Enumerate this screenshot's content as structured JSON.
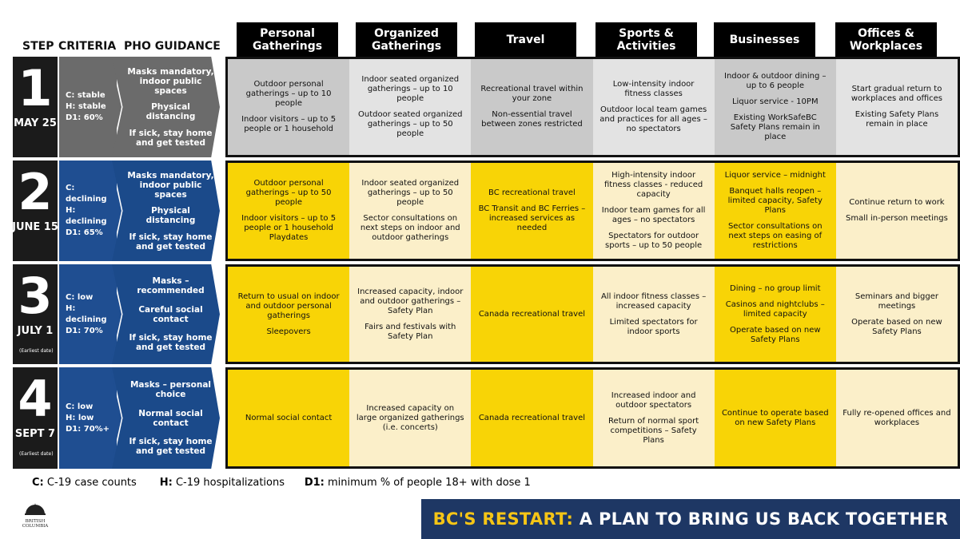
{
  "headers": {
    "step": "STEP",
    "criteria": "CRITERIA",
    "pho": "PHO GUIDANCE",
    "categories": [
      "Personal Gatherings",
      "Organized Gatherings",
      "Travel",
      "Sports & Activities",
      "Businesses",
      "Offices & Workplaces"
    ]
  },
  "steps": [
    {
      "number": "1",
      "date": "MAY 25",
      "note": "",
      "criteria": [
        "C: stable",
        "H: stable",
        "D1: 60%"
      ],
      "pho": [
        "Masks mandatory, indoor public spaces",
        "Physical distancing",
        "If sick, stay home and get tested"
      ],
      "cells": [
        [
          "Outdoor personal gatherings – up to 10 people",
          "Indoor visitors – up to 5 people or 1 household"
        ],
        [
          "Indoor seated organized gatherings – up to 10 people",
          "Outdoor seated organized gatherings – up to 50 people"
        ],
        [
          "Recreational travel within your zone",
          "Non-essential travel between zones restricted"
        ],
        [
          "Low-intensity indoor fitness classes",
          "Outdoor local team games and practices for all ages – no spectators"
        ],
        [
          "Indoor & outdoor dining – up to 6 people",
          "Liquor service - 10PM",
          "Existing WorkSafeBC Safety Plans remain in place"
        ],
        [
          "Start gradual return to workplaces and offices",
          "Existing Safety Plans remain in place"
        ]
      ]
    },
    {
      "number": "2",
      "date": "JUNE 15",
      "note": "",
      "criteria": [
        "C: declining",
        "H: declining",
        "D1: 65%"
      ],
      "pho": [
        "Masks mandatory, indoor public spaces",
        "Physical distancing",
        "If sick, stay home and get tested"
      ],
      "cells": [
        [
          "Outdoor personal gatherings – up to 50 people",
          "Indoor visitors – up to 5 people or 1 household Playdates"
        ],
        [
          "Indoor seated organized gatherings – up to 50 people",
          "Sector consultations on next steps on indoor and outdoor gatherings"
        ],
        [
          "BC recreational travel",
          "BC Transit and BC Ferries – increased services as needed"
        ],
        [
          "High-intensity indoor fitness classes - reduced capacity",
          "Indoor team games for all ages – no spectators",
          "Spectators for outdoor sports – up to 50 people"
        ],
        [
          "Liquor service – midnight",
          "Banquet halls reopen – limited capacity, Safety Plans",
          "Sector consultations on next steps on easing of restrictions"
        ],
        [
          "Continue return to work",
          "Small in-person meetings"
        ]
      ]
    },
    {
      "number": "3",
      "date": "JULY 1",
      "note": "(Earliest date)",
      "criteria": [
        "C: low",
        "H: declining",
        "D1: 70%"
      ],
      "pho": [
        "Masks – recommended",
        "Careful social contact",
        "If sick, stay home and get tested"
      ],
      "cells": [
        [
          "Return to usual on indoor and outdoor personal gatherings",
          "Sleepovers"
        ],
        [
          "Increased capacity, indoor and outdoor gatherings – Safety Plan",
          "Fairs and festivals with Safety Plan"
        ],
        [
          "Canada recreational travel"
        ],
        [
          "All indoor fitness classes – increased capacity",
          "Limited spectators for indoor sports"
        ],
        [
          "Dining – no group limit",
          "Casinos and nightclubs – limited capacity",
          "Operate based on new Safety Plans"
        ],
        [
          "Seminars and bigger meetings",
          "Operate based on new Safety Plans"
        ]
      ]
    },
    {
      "number": "4",
      "date": "SEPT 7",
      "note": "(Earliest date)",
      "criteria": [
        "C: low",
        "H: low",
        "D1: 70%+"
      ],
      "pho": [
        "Masks – personal choice",
        "Normal social contact",
        "If sick, stay home and get tested"
      ],
      "cells": [
        [
          "Normal social contact"
        ],
        [
          "Increased capacity on large organized gatherings (i.e. concerts)"
        ],
        [
          "Canada recreational travel"
        ],
        [
          "Increased indoor and outdoor spectators",
          "Return of normal sport competitions – Safety Plans"
        ],
        [
          "Continue to operate based on new Safety Plans"
        ],
        [
          "Fully re-opened offices and workplaces"
        ]
      ]
    }
  ],
  "legend": [
    {
      "key": "C:",
      "text": "C-19 case counts"
    },
    {
      "key": "H:",
      "text": "C-19 hospitalizations"
    },
    {
      "key": "D1:",
      "text": "minimum % of people 18+ with dose 1"
    }
  ],
  "banner": {
    "accent": "BC'S RESTART:",
    "rest": "A PLAN TO BRING US BACK TOGETHER"
  },
  "logo": {
    "line1": "BRITISH",
    "line2": "COLUMBIA"
  },
  "colors": {
    "step1_criteria": "#6b6b6b",
    "step_blue": "#1f4e91",
    "pho_blue": "#1b4a8a",
    "grey_dark": "#c9c9c9",
    "grey_light": "#e3e3e3",
    "yellow": "#f8d406",
    "cream": "#fbefc9",
    "banner": "#1e3764",
    "banner_accent": "#f5c516"
  }
}
